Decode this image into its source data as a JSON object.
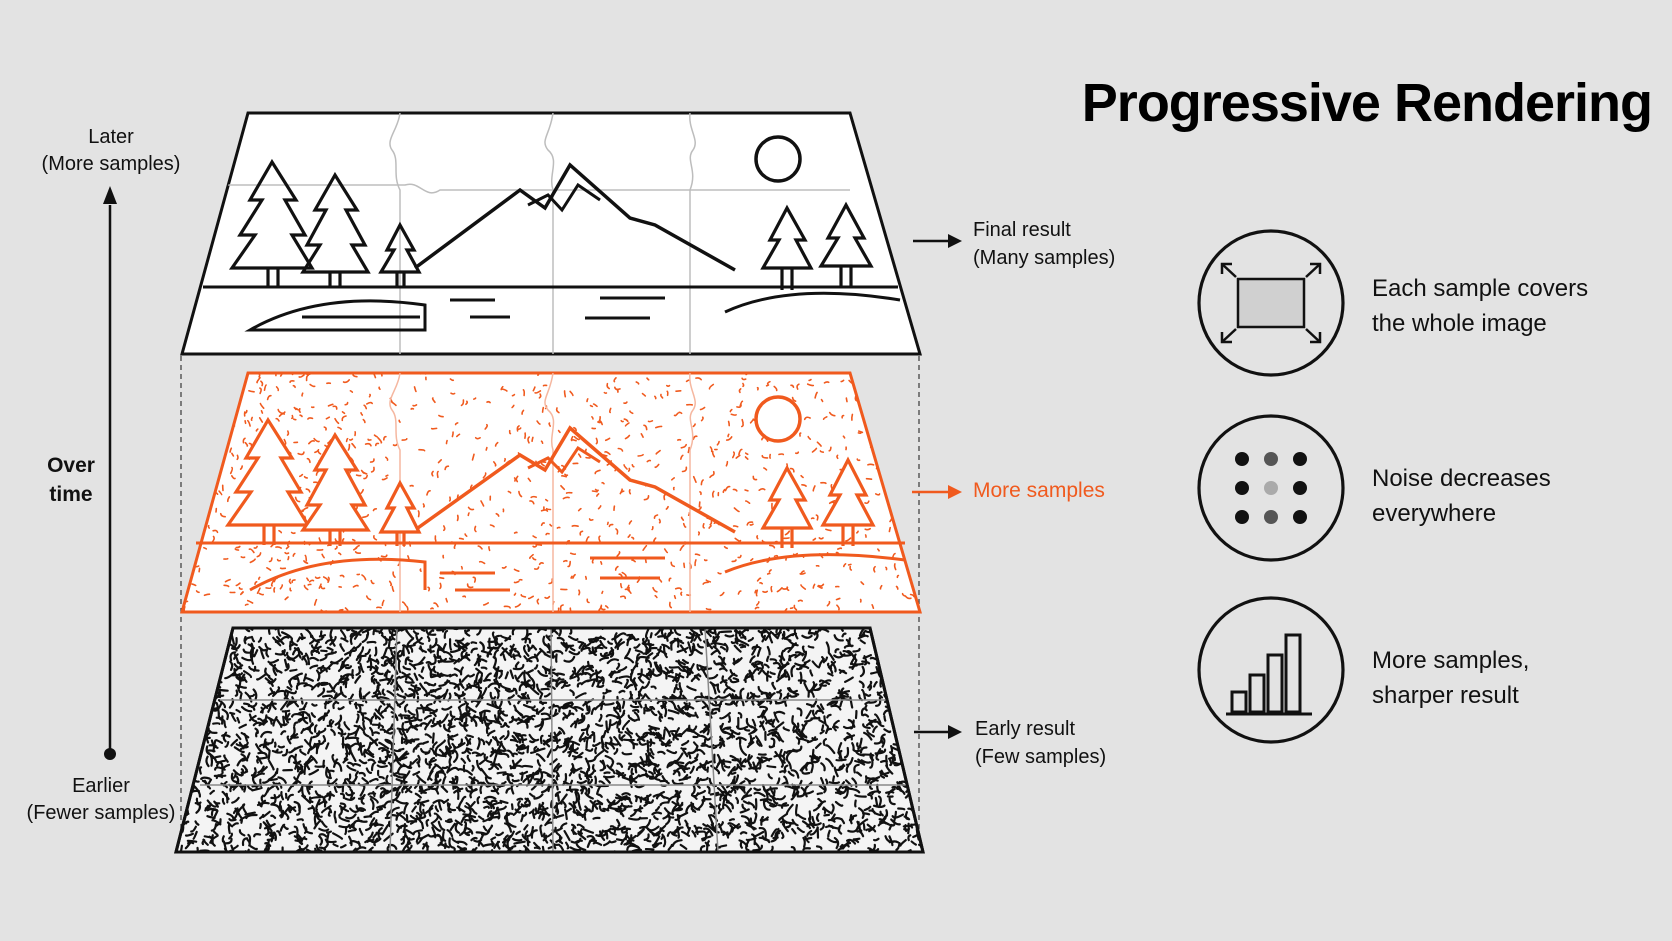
{
  "title": "Progressive Rendering",
  "colors": {
    "background": "#e3e3e3",
    "ink": "#111111",
    "accent": "#f05a1e"
  },
  "time_axis": {
    "top_line1": "Later",
    "top_line2": "(More samples)",
    "middle_line1": "Over",
    "middle_line2": "time",
    "bottom_line1": "Earlier",
    "bottom_line2": "(Fewer samples)"
  },
  "layers": {
    "final": {
      "line1": "Final result",
      "line2": "(Many samples)"
    },
    "middle": {
      "line1": "More samples"
    },
    "early": {
      "line1": "Early result",
      "line2": "(Few samples)"
    }
  },
  "features": [
    {
      "icon": "expand-frame-icon",
      "line1": "Each sample covers",
      "line2": "the whole image"
    },
    {
      "icon": "dot-grid-icon",
      "line1": "Noise decreases",
      "line2": "everywhere"
    },
    {
      "icon": "bar-chart-icon",
      "line1": "More samples,",
      "line2": "sharper result"
    }
  ]
}
